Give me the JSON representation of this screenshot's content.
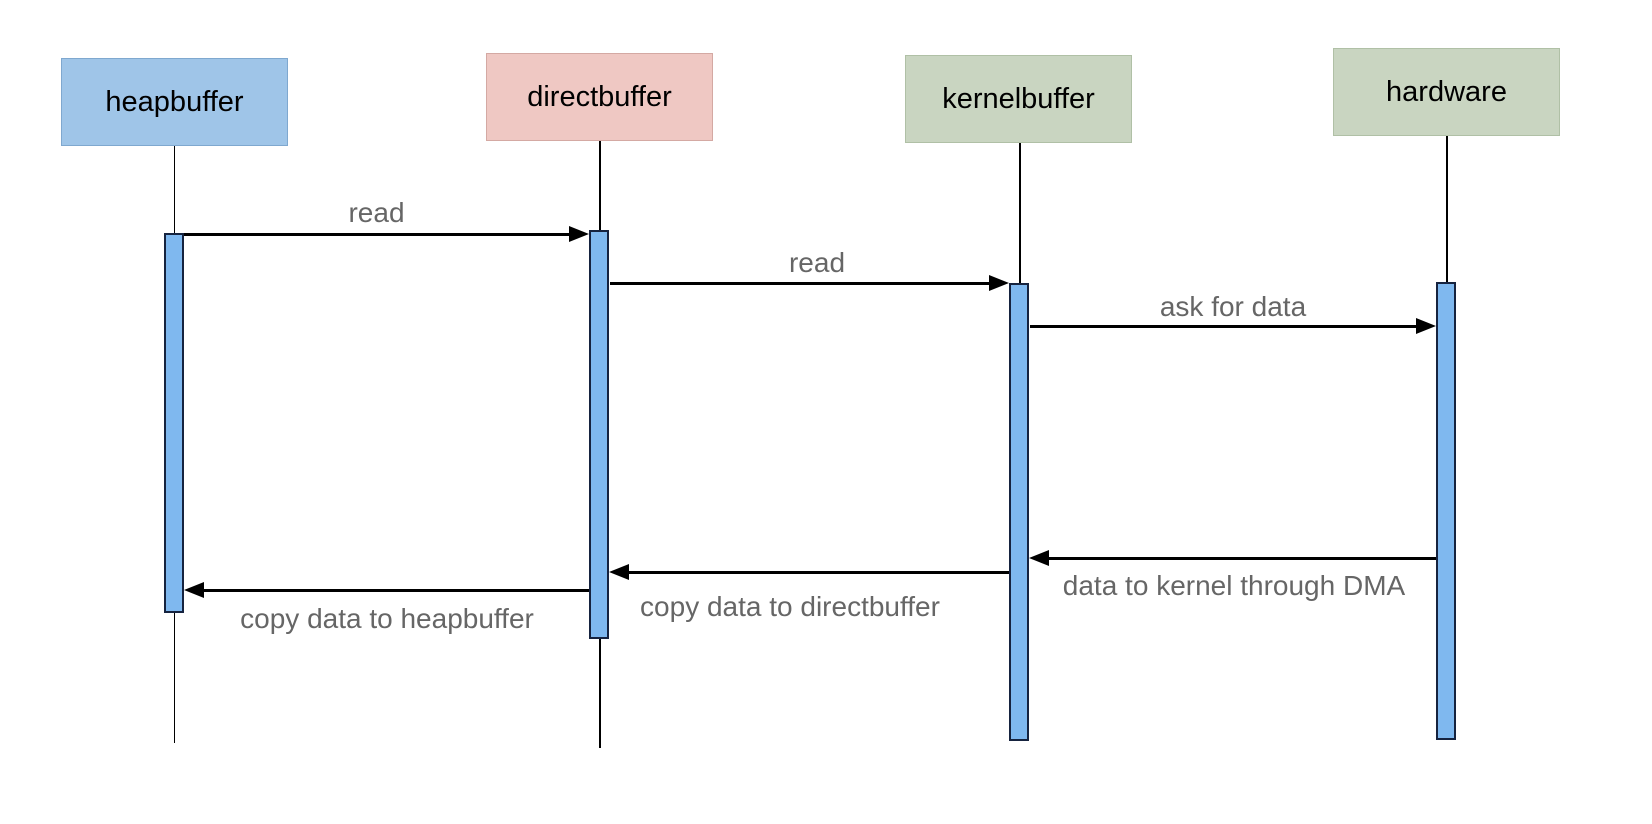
{
  "diagram": {
    "type": "sequence-diagram",
    "participants": [
      {
        "id": "heapbuffer",
        "label": "heapbuffer",
        "fill": "#9FC5E8"
      },
      {
        "id": "directbuffer",
        "label": "directbuffer",
        "fill": "#EFC8C3"
      },
      {
        "id": "kernelbuffer",
        "label": "kernelbuffer",
        "fill": "#C9D5C1"
      },
      {
        "id": "hardware",
        "label": "hardware",
        "fill": "#C9D5C1"
      }
    ],
    "messages": [
      {
        "from": "heapbuffer",
        "to": "directbuffer",
        "label": "read",
        "label_position": "above"
      },
      {
        "from": "directbuffer",
        "to": "kernelbuffer",
        "label": "read",
        "label_position": "above"
      },
      {
        "from": "kernelbuffer",
        "to": "hardware",
        "label": "ask for data",
        "label_position": "above"
      },
      {
        "from": "hardware",
        "to": "kernelbuffer",
        "label": "data to kernel through DMA",
        "label_position": "below"
      },
      {
        "from": "kernelbuffer",
        "to": "directbuffer",
        "label": "copy data to directbuffer",
        "label_position": "below"
      },
      {
        "from": "directbuffer",
        "to": "heapbuffer",
        "label": "copy data to heapbuffer",
        "label_position": "below"
      }
    ],
    "colors": {
      "participant_blue": "#9FC5E8",
      "participant_pink": "#EFC8C3",
      "participant_green": "#C9D5C1",
      "activation_fill": "#7FB8EF",
      "activation_border": "#16233F",
      "message_text": "#666666",
      "line": "#000000",
      "background": "#FFFFFF"
    }
  }
}
